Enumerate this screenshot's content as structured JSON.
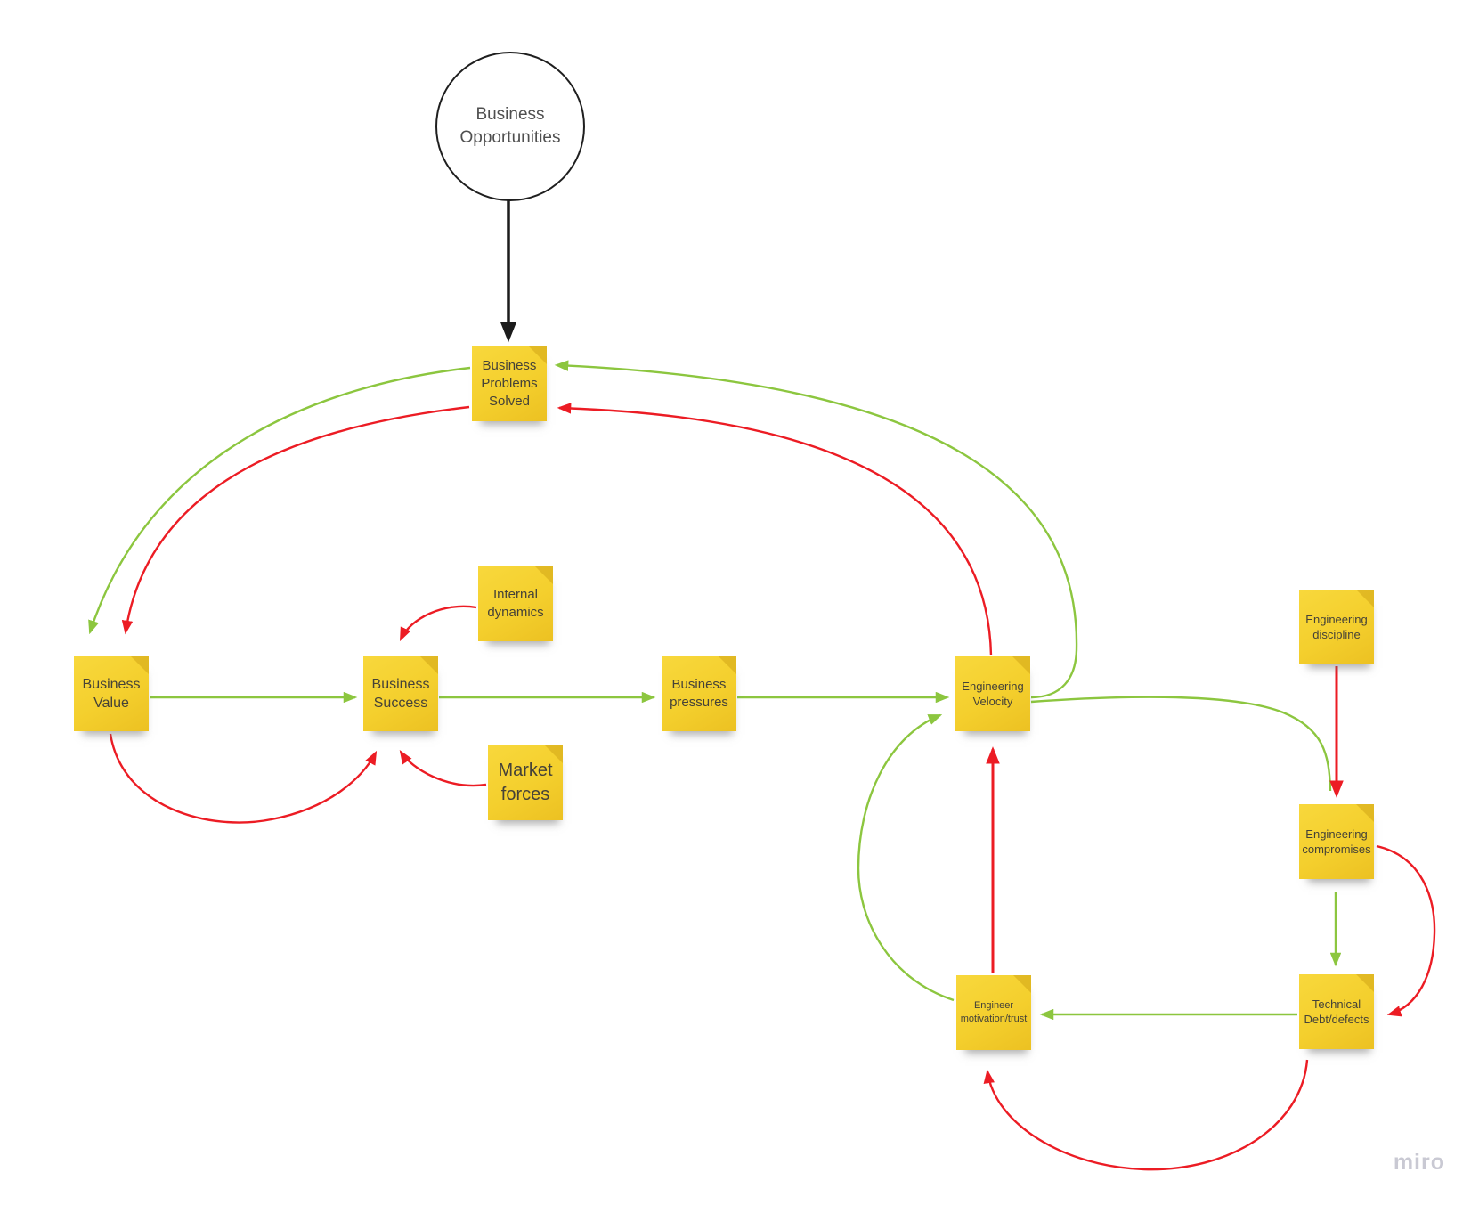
{
  "board": {
    "watermark": "miro",
    "background": "#ffffff"
  },
  "colors": {
    "green": "#8cc63f",
    "red": "#ec1c24",
    "black": "#1c1c1c",
    "sticky_yellow": "#f4cf2d",
    "sticky_text": "#454238",
    "circle_stroke": "#1f1f1f",
    "watermark_gray": "#c9c9d3"
  },
  "nodes": {
    "business-opportunities": {
      "label": "Business\nOpportunities",
      "shape": "circle"
    },
    "business-problems-solved": {
      "label": "Business\nProblems\nSolved",
      "shape": "sticky"
    },
    "business-value": {
      "label": "Business\nValue",
      "shape": "sticky"
    },
    "business-success": {
      "label": "Business\nSuccess",
      "shape": "sticky"
    },
    "internal-dynamics": {
      "label": "Internal\ndynamics",
      "shape": "sticky"
    },
    "market-forces": {
      "label": "Market\nforces",
      "shape": "sticky"
    },
    "business-pressures": {
      "label": "Business\npressures",
      "shape": "sticky"
    },
    "engineering-velocity": {
      "label": "Engineering\nVelocity",
      "shape": "sticky"
    },
    "engineering-discipline": {
      "label": "Engineering\ndiscipline",
      "shape": "sticky"
    },
    "engineering-compromises": {
      "label": "Engineering\ncompromises",
      "shape": "sticky"
    },
    "technical-debt-defects": {
      "label": "Technical\nDebt/defects",
      "shape": "sticky"
    },
    "engineer-motivation-trust": {
      "label": "Engineer\nmotivation/trust",
      "shape": "sticky"
    }
  },
  "edges": [
    {
      "from": "business-opportunities",
      "to": "business-problems-solved",
      "color": "black"
    },
    {
      "from": "business-problems-solved",
      "to": "business-value",
      "color": "green"
    },
    {
      "from": "business-problems-solved",
      "to": "business-value",
      "color": "red"
    },
    {
      "from": "business-value",
      "to": "business-success",
      "color": "green"
    },
    {
      "from": "business-value",
      "to": "business-success",
      "color": "red"
    },
    {
      "from": "internal-dynamics",
      "to": "business-success",
      "color": "red"
    },
    {
      "from": "market-forces",
      "to": "business-success",
      "color": "red"
    },
    {
      "from": "business-success",
      "to": "business-pressures",
      "color": "green"
    },
    {
      "from": "business-pressures",
      "to": "engineering-velocity",
      "color": "green"
    },
    {
      "from": "engineering-velocity",
      "to": "business-problems-solved",
      "color": "green"
    },
    {
      "from": "engineering-velocity",
      "to": "business-problems-solved",
      "color": "red"
    },
    {
      "from": "engineering-velocity",
      "to": "engineering-compromises",
      "color": "green"
    },
    {
      "from": "engineering-discipline",
      "to": "engineering-compromises",
      "color": "red"
    },
    {
      "from": "engineering-compromises",
      "to": "technical-debt-defects",
      "color": "green"
    },
    {
      "from": "engineering-compromises",
      "to": "technical-debt-defects",
      "color": "red"
    },
    {
      "from": "technical-debt-defects",
      "to": "engineer-motivation-trust",
      "color": "green"
    },
    {
      "from": "technical-debt-defects",
      "to": "engineer-motivation-trust",
      "color": "red"
    },
    {
      "from": "engineer-motivation-trust",
      "to": "engineering-velocity",
      "color": "red"
    },
    {
      "from": "engineer-motivation-trust",
      "to": "engineering-velocity",
      "color": "green"
    }
  ]
}
